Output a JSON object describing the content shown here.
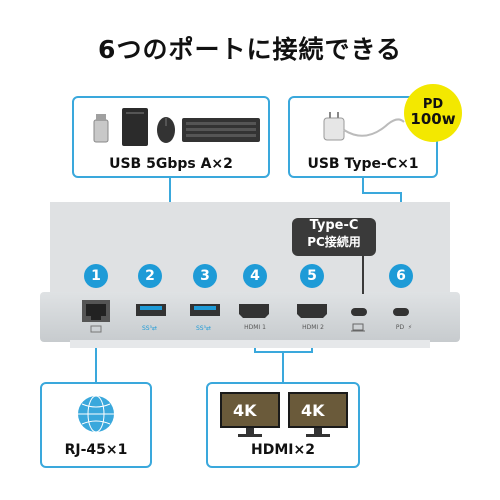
{
  "title": "6つのポートに接続できる",
  "callouts": {
    "usb_a": "USB 5Gbps A×2",
    "usb_c": "USB Type-C×1",
    "rj45": "RJ-45×1",
    "hdmi": "HDMI×2"
  },
  "pd_badge": {
    "line1": "PD",
    "line2": "100w"
  },
  "typec_note": {
    "line1": "Type-C",
    "line2": "PC接続用"
  },
  "port_numbers": [
    "1",
    "2",
    "3",
    "4",
    "5",
    "6"
  ],
  "port_labels": {
    "hdmi1": "HDMI 1",
    "hdmi2": "HDMI 2",
    "pd": "PD"
  },
  "monitor_text": "4K",
  "colors": {
    "accent": "#1e9bd7",
    "callout_border": "#3aa8dc",
    "badge": "#f3e800",
    "hub_body": "#d3d6d9"
  }
}
